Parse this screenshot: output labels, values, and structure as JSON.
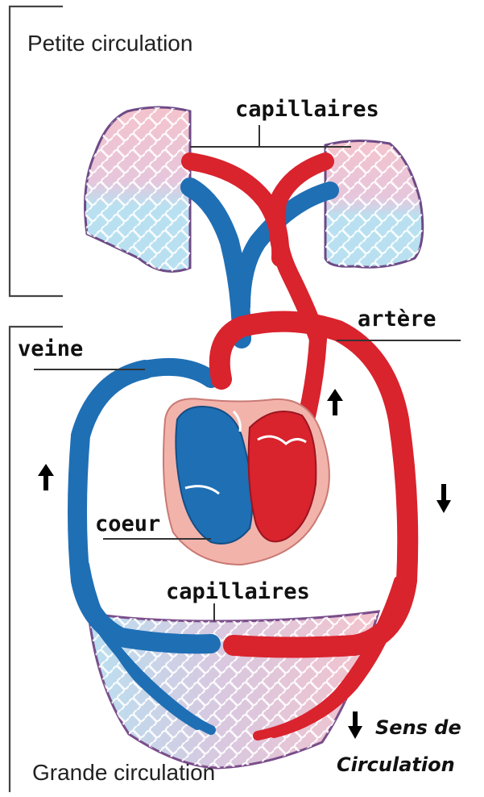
{
  "labels": {
    "petite_circulation": "Petite circulation",
    "grande_circulation": "Grande circulation",
    "capillaires_top": "capillaires",
    "capillaires_bottom": "capillaires",
    "artere": "artère",
    "veine": "veine",
    "coeur": "coeur"
  },
  "legend": {
    "line1": "Sens de",
    "line2": "Circulation"
  },
  "colors": {
    "oxygenated_red": "#d9232d",
    "deoxygenated_blue": "#1f6fb5",
    "heart_pink": "#f2b3ab",
    "lung_light_blue": "#bfe2f2",
    "lung_light_red": "#f7c8cf",
    "bracket_gray": "#444444"
  },
  "icons": [
    "arrow-up-icon",
    "arrow-down-icon"
  ]
}
